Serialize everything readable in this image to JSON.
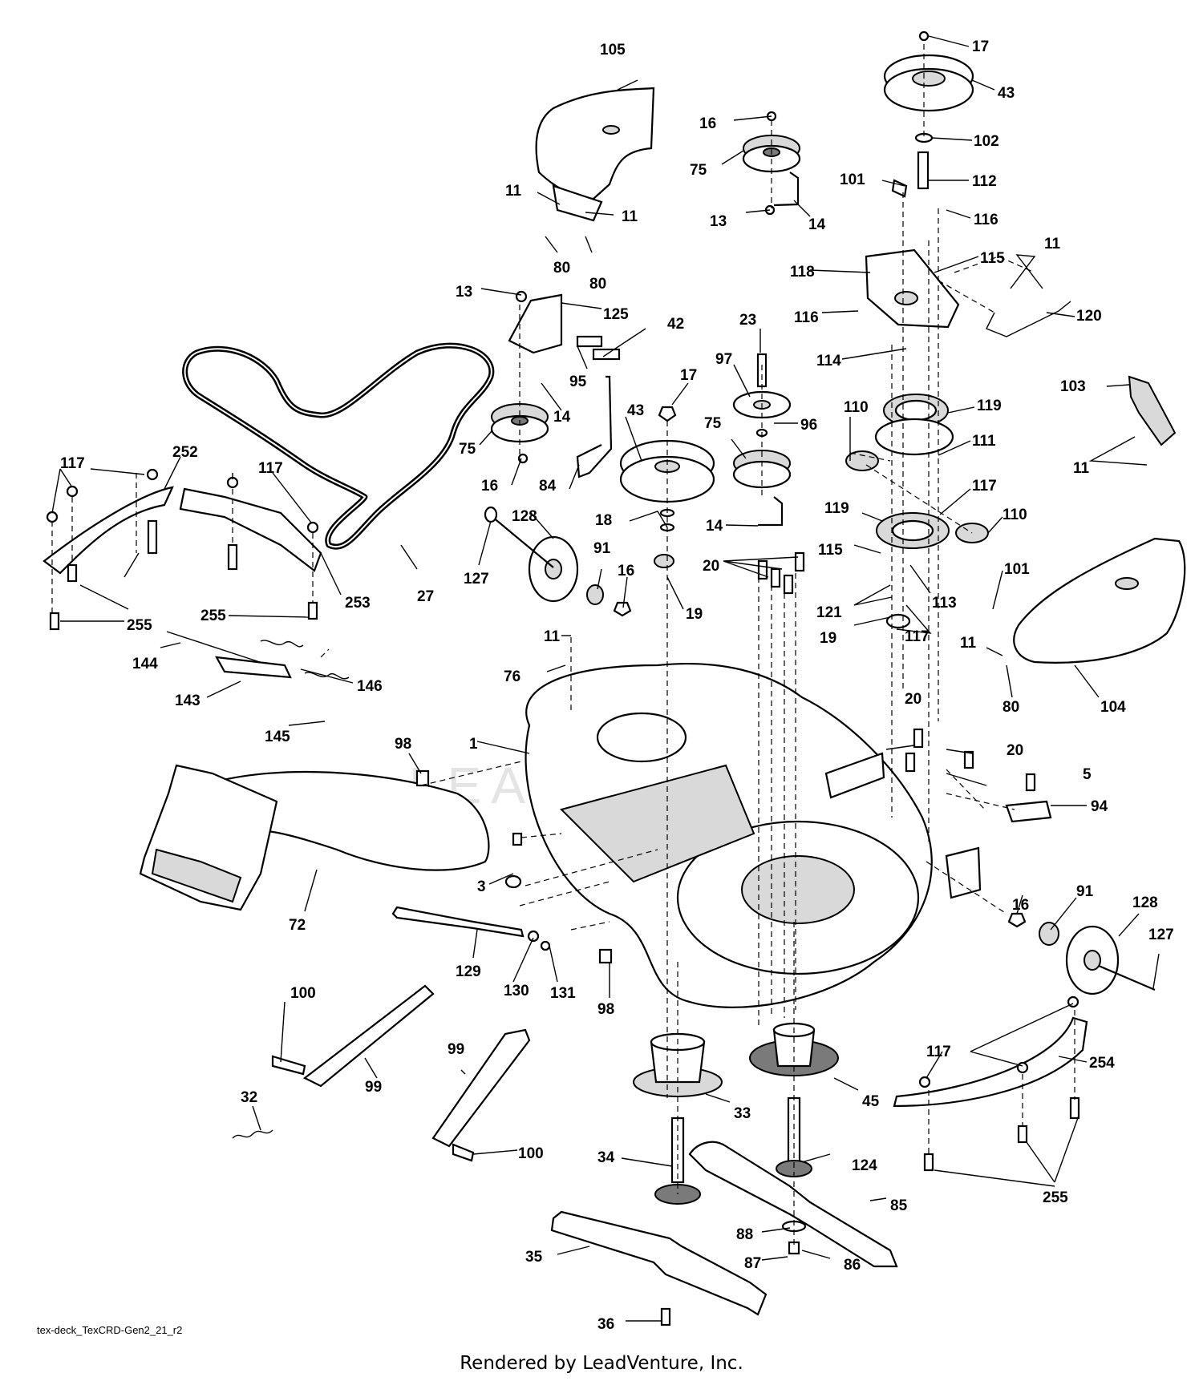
{
  "watermark": "LEADVENTURE",
  "footer": {
    "file_code": "tex-deck_TexCRD-Gen2_21_r2",
    "credit": "Rendered by LeadVenture, Inc."
  },
  "labels": {
    "l17a": "17",
    "l43a": "43",
    "l102": "102",
    "l101a": "101",
    "l112": "112",
    "l116a": "116",
    "l118": "118",
    "l115a": "115",
    "l11a": "11",
    "l120": "120",
    "l116b": "116",
    "l114": "114",
    "l119a": "119",
    "l111": "111",
    "l110a": "110",
    "l117a": "117",
    "l119b": "119",
    "l110b": "110",
    "l115b": "115",
    "l113": "113",
    "l121": "121",
    "l117b": "117",
    "l19b": "19",
    "l101b": "101",
    "l103": "103",
    "l11b": "11",
    "l104": "104",
    "l11c": "11",
    "l80c": "80",
    "l105": "105",
    "l11d": "11",
    "l11e": "11",
    "l80a": "80",
    "l80b": "80",
    "l16a": "16",
    "l75a": "75",
    "l13a": "13",
    "l14a": "14",
    "l13b": "13",
    "l125": "125",
    "l42": "42",
    "l95": "95",
    "l14b": "14",
    "l75b": "75",
    "l16b": "16",
    "l23": "23",
    "l97": "97",
    "l17b": "17",
    "l96": "96",
    "l75c": "75",
    "l43b": "43",
    "l84": "84",
    "l14c": "14",
    "l18": "18",
    "l19a": "19",
    "l20a": "20",
    "l128a": "128",
    "l127a": "127",
    "l91a": "91",
    "l16c": "16",
    "l11f": "11",
    "l76": "76",
    "l117c": "117",
    "l252": "252",
    "l117d": "117",
    "l255a": "255",
    "l255b": "255",
    "l253": "253",
    "l27": "27",
    "l144": "144",
    "l146": "146",
    "l143": "143",
    "l145": "145",
    "l98a": "98",
    "l1": "1",
    "l3": "3",
    "l72": "72",
    "l20b": "20",
    "l20c": "20",
    "l5": "5",
    "l94": "94",
    "l129": "129",
    "l130": "130",
    "l131": "131",
    "l98b": "98",
    "l16d": "16",
    "l91b": "91",
    "l128b": "128",
    "l127b": "127",
    "l100a": "100",
    "l99a": "99",
    "l32": "32",
    "l99b": "99",
    "l100b": "100",
    "l33": "33",
    "l45": "45",
    "l34": "34",
    "l124": "124",
    "l85": "85",
    "l88": "88",
    "l87": "87",
    "l86": "86",
    "l35": "35",
    "l36": "36",
    "l117e": "117",
    "l254": "254",
    "l255c": "255"
  }
}
